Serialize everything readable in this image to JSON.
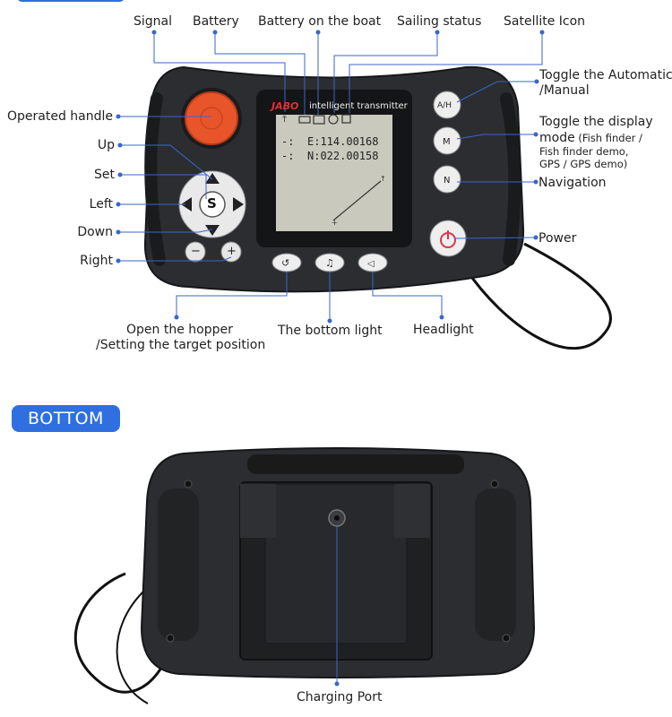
{
  "top_labels": {
    "signal": "Signal",
    "battery": "Battery",
    "battery_boat": "Battery on the boat",
    "sailing_status": "Sailing status",
    "satellite_icon": "Satellite Icon"
  },
  "right_labels": {
    "toggle_auto_line1": "Toggle the Automatic",
    "toggle_auto_line2": "/Manual",
    "toggle_display_line1": "Toggle the display",
    "toggle_display_line2_main": "mode",
    "toggle_display_line2_sub": " (Fish finder /",
    "toggle_display_line3": "Fish finder demo,",
    "toggle_display_line4": "GPS / GPS demo)",
    "navigation": "Navigation",
    "power": "Power"
  },
  "left_labels": {
    "operated_handle": "Operated handle",
    "up": "Up",
    "set": "Set",
    "left": "Left",
    "down": "Down",
    "right": "Right"
  },
  "bottom_labels": {
    "hopper_line1": "Open the hopper",
    "hopper_line2": "/Setting the target position",
    "bottom_light": "The bottom light",
    "headlight": "Headlight"
  },
  "device": {
    "brand": "JABO",
    "title": "intelligent transmitter",
    "lcd_line1": "E:114.00168",
    "lcd_line2": "N:022.00158",
    "btn_ah": "A/H",
    "btn_m": "M",
    "btn_n": "N",
    "btn_s": "S",
    "btn_minus": "−",
    "btn_plus": "+"
  },
  "section": {
    "bottom_badge": "BOTTOM",
    "charging_port": "Charging Port"
  },
  "colors": {
    "accent": "#2f6fe0",
    "leader_line": "#3a66c9",
    "device_body": "#2b2d30",
    "handle_orange": "#e8552b",
    "power_red": "#d8384a",
    "lcd": "#c9cabd"
  }
}
